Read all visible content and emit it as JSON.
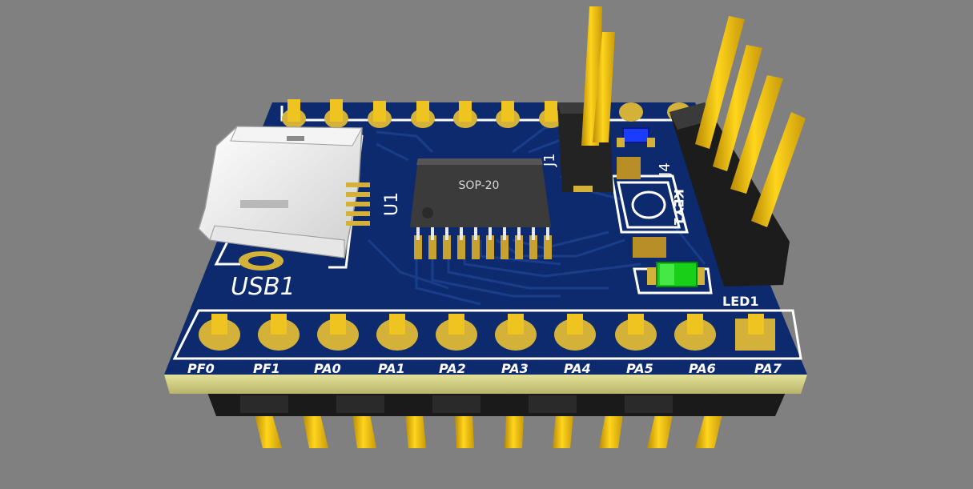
{
  "board": {
    "usb_designator": "USB1",
    "chip_designator": "U1",
    "chip_label": "SOP-20",
    "header_j1": "J1",
    "header_j4": "J4",
    "key_designator": "KEY1",
    "led_designator": "LED1"
  },
  "bottom_pins": [
    "PF0",
    "PF1",
    "PA0",
    "PA1",
    "PA2",
    "PA3",
    "PA4",
    "PA5",
    "PA6",
    "PA7"
  ],
  "colors": {
    "background": "#808080",
    "pcb": "#0d2a6e",
    "gold": "#d4b23a",
    "pin_gold": "#f0c420",
    "silkscreen": "#ffffff",
    "led_blue": "#1a3cff",
    "led_green": "#18d018"
  }
}
